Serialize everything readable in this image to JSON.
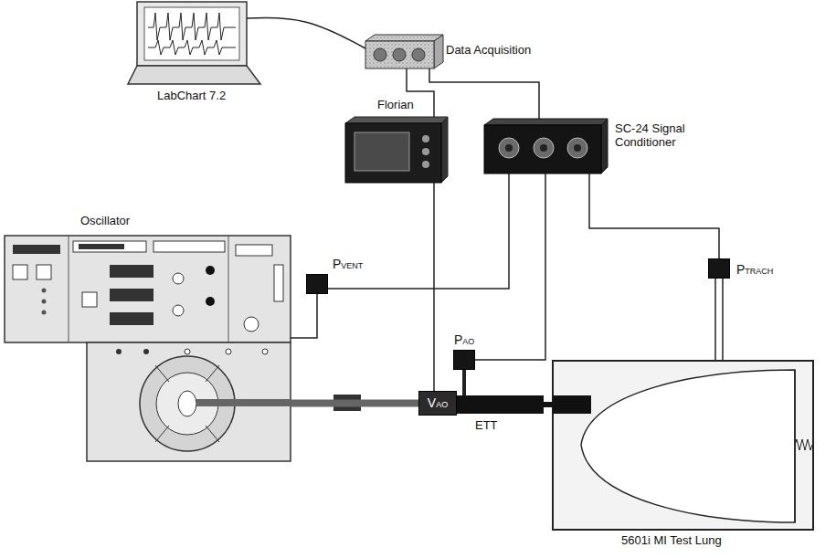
{
  "diagram": {
    "nodes": [
      {
        "text": [
          "LabChart 7.2"
        ]
      },
      {
        "text": [
          "Data Acquisition"
        ]
      },
      {
        "text": [
          "Florian"
        ]
      },
      {
        "text": [
          "SC-24 Signal Conditioner"
        ]
      },
      {
        "text": [
          "Oscillator"
        ]
      },
      {
        "text": [
          "PVENT"
        ]
      },
      {
        "text": [
          "VAO"
        ]
      },
      {
        "text": [
          "PAO"
        ]
      },
      {
        "text": [
          "ETT"
        ]
      },
      {
        "text": [
          "PTRACH"
        ]
      },
      {
        "text": [
          "5601i MI Test Lung"
        ]
      }
    ],
    "edges": [
      {
        "from": 0,
        "to": 1,
        "arrow": "none"
      },
      {
        "from": 1,
        "to": 2,
        "arrow": "none"
      },
      {
        "from": 1,
        "to": 3,
        "arrow": "none"
      },
      {
        "from": 3,
        "to": 5,
        "arrow": "none"
      },
      {
        "from": 3,
        "to": 7,
        "arrow": "none"
      },
      {
        "from": 3,
        "to": 9,
        "arrow": "none"
      },
      {
        "from": 2,
        "to": 6,
        "arrow": "none"
      },
      {
        "from": 4,
        "to": 5,
        "arrow": "none"
      },
      {
        "from": 4,
        "to": 6,
        "arrow": "none"
      },
      {
        "from": 6,
        "to": 8,
        "arrow": "none"
      },
      {
        "from": 8,
        "to": 10,
        "arrow": "none"
      }
    ]
  }
}
